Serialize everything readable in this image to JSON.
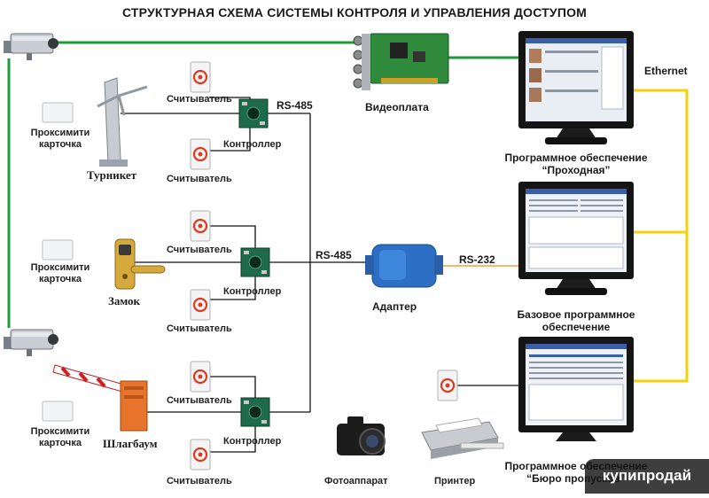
{
  "title": "СТРУКТУРНАЯ СХЕМА СИСТЕМЫ КОНТРОЛЯ И УПРАВЛЕНИЯ ДОСТУПОМ",
  "colors": {
    "video_line": "#1f9a3a",
    "ethernet_line": "#f2d20a",
    "rs232_line": "#f0a040",
    "rs485_line": "#111111"
  },
  "labels": {
    "reader": "Считыватель",
    "controller": "Контроллер",
    "proximity_card": "Проксимити карточка",
    "turnstile": "Турникет",
    "lock": "Замок",
    "barrier": "Шлагбаум",
    "rs485": "RS-485",
    "rs232": "RS-232",
    "ethernet": "Ethernet",
    "video_card": "Видеоплата",
    "adapter": "Адаптер",
    "camera_device": "Фотоаппарат",
    "printer": "Принтер",
    "software_checkpoint_line1": "Программное обеспечение",
    "software_checkpoint_line2": "“Проходная”",
    "software_base_line1": "Базовое программное",
    "software_base_line2": "обеспечение",
    "software_bureau_line1": "Программное обеспечение",
    "software_bureau_line2": "“Бюро пропусков”"
  },
  "icons": [
    "cctv-camera-icon",
    "turnstile-icon",
    "door-lock-icon",
    "barrier-gate-icon",
    "proximity-card-icon",
    "card-reader-icon",
    "controller-board-icon",
    "video-card-icon",
    "adapter-icon",
    "monitor-icon",
    "photo-camera-icon",
    "printer-icon"
  ],
  "watermark": "купипродай"
}
